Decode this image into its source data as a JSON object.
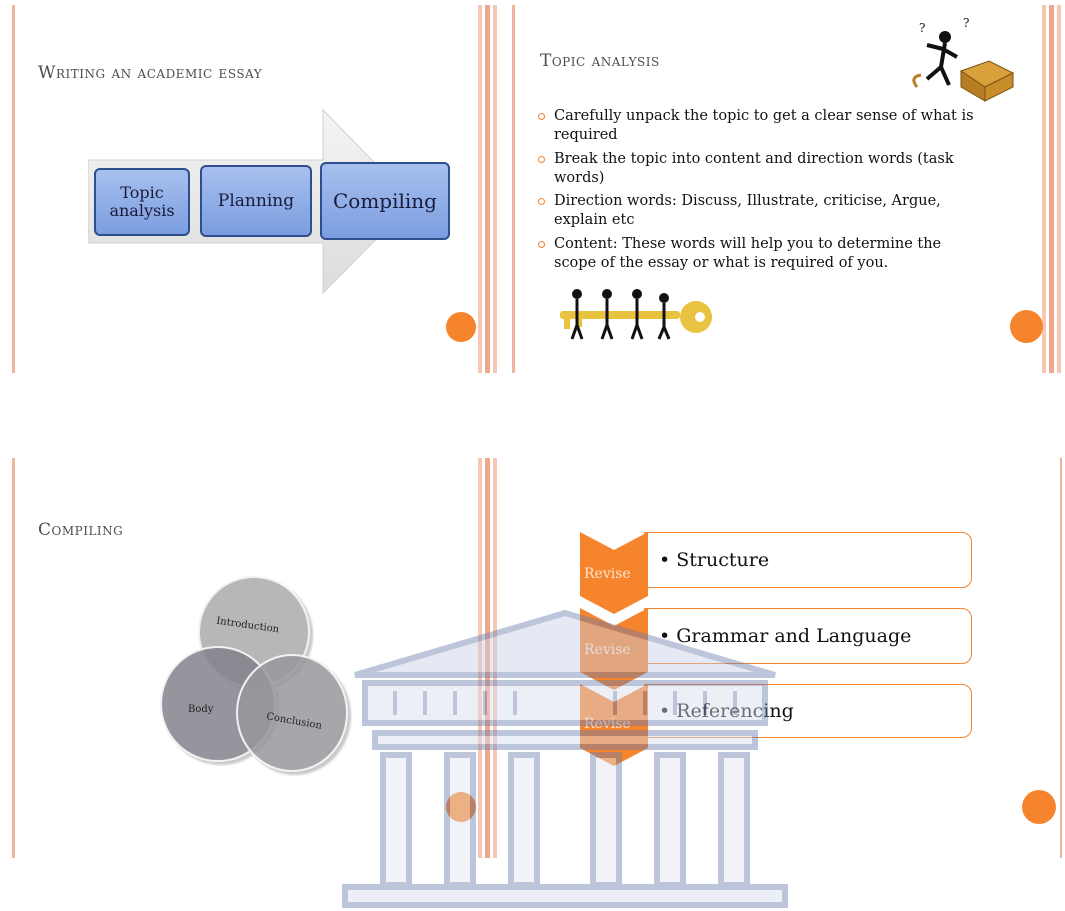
{
  "slide1": {
    "title": "Writing an academic essay",
    "steps": [
      "Topic analysis",
      "Planning",
      "Compiling"
    ]
  },
  "slide2": {
    "title": "Topic analysis",
    "bullets": [
      "Carefully unpack the topic to get a clear sense of what is required",
      "Break the topic into content and direction words (task words)",
      "Direction words: Discuss, Illustrate, criticise, Argue, explain etc",
      "Content: These words will help you to determine the scope of the essay or what is required of you."
    ]
  },
  "slide3": {
    "title": "Compiling",
    "circles": [
      "Introduction",
      "Body",
      "Conclusion"
    ]
  },
  "slide4": {
    "items": [
      {
        "tag": "Revise",
        "text": "Structure"
      },
      {
        "tag": "Revise",
        "text": "Grammar and Language"
      },
      {
        "tag": "Revise",
        "text": "Referencing"
      }
    ]
  },
  "colors": {
    "accent": "#f5842c",
    "box_blue": "#7b9de0",
    "stripe": "#f0b49c"
  }
}
